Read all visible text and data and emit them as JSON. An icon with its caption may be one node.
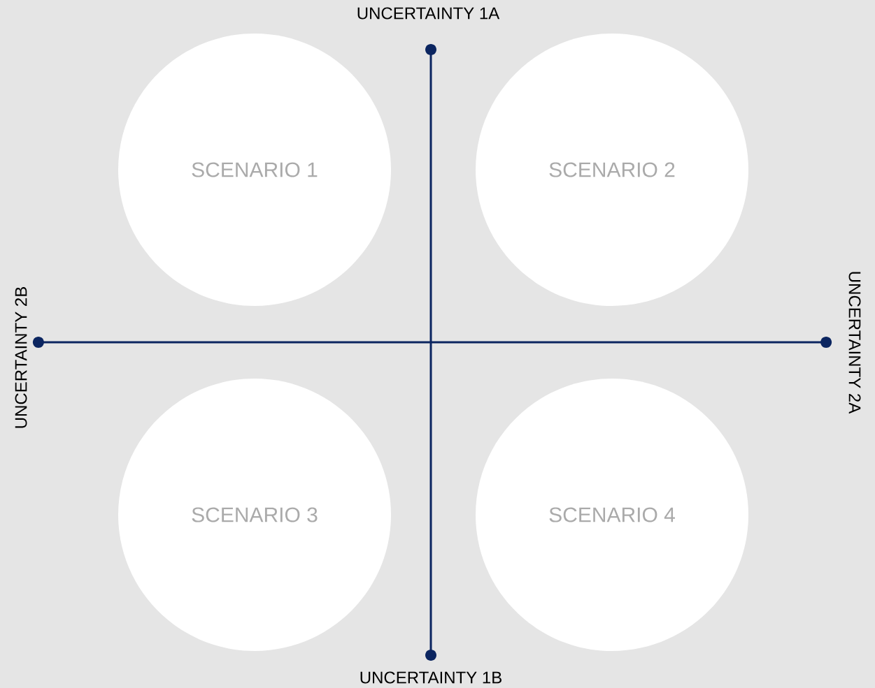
{
  "diagram": {
    "nodes": [
      {
        "text": [
          "UNCERTAINTY 1A"
        ]
      },
      {
        "text": [
          "SCENARIO 1"
        ]
      },
      {
        "text": [
          "SCENARIO 2"
        ]
      },
      {
        "text": [
          "UNCERTAINTY 2B"
        ]
      },
      {
        "text": [
          "UNCERTAINTY 2A"
        ]
      },
      {
        "text": [
          "SCENARIO 3"
        ]
      },
      {
        "text": [
          "SCENARIO 4"
        ]
      },
      {
        "text": [
          "UNCERTAINTY 1B"
        ]
      }
    ],
    "edges": [
      {
        "from": 0,
        "to": 7,
        "arrow": "other"
      },
      {
        "from": 3,
        "to": 4,
        "arrow": "other"
      }
    ]
  }
}
